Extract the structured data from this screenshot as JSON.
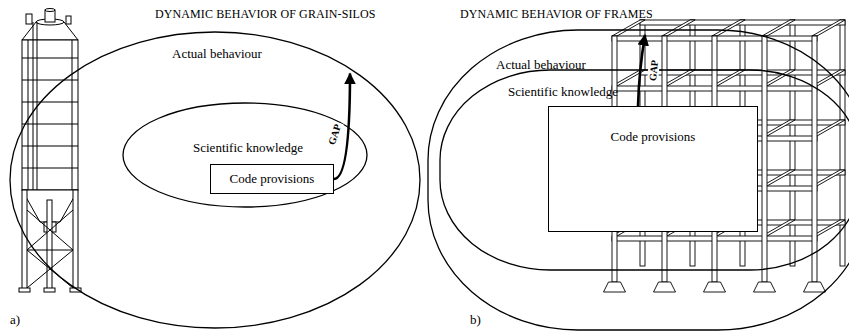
{
  "diagram": {
    "nodes": [
      {
        "text": [
          "Actual behaviour"
        ]
      },
      {
        "text": [
          "Scientific knowledge"
        ],
        "in": 0
      },
      {
        "text": [
          "Code provisions"
        ],
        "in": 1
      },
      {
        "text": [
          "Actual behaviour"
        ]
      },
      {
        "text": [
          "Scientific knowledge"
        ],
        "in": 3
      },
      {
        "text": [
          "Code provisions"
        ],
        "in": 4
      }
    ],
    "edges": [
      {
        "from": 2,
        "to": 0,
        "label": "GAP",
        "arrow": "to"
      },
      {
        "from": 5,
        "to": 3,
        "label": "GAP",
        "arrow": "to"
      }
    ],
    "labels": [
      "DYNAMIC BEHAVIOR OF GRAIN-SILOS",
      "DYNAMIC BEHAVIOR OF FRAMES",
      "a)",
      "b)"
    ]
  }
}
